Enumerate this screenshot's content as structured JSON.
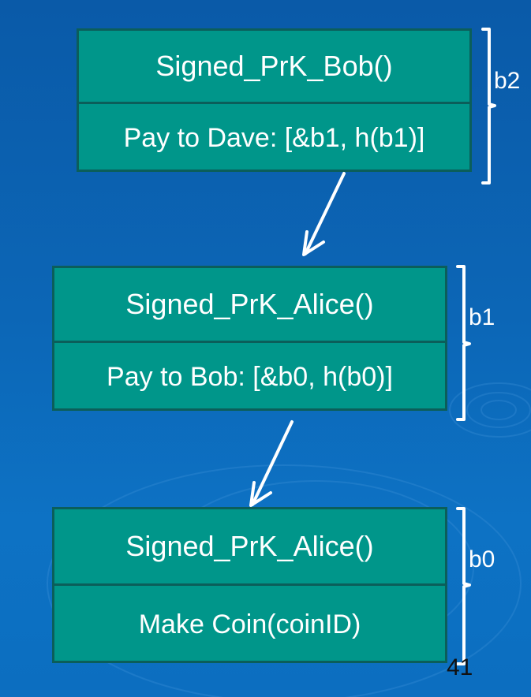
{
  "blocks": [
    {
      "header": "Signed_PrK_Bob()",
      "body": "Pay to Dave: [&b1, h(b1)]",
      "label": "b2"
    },
    {
      "header": "Signed_PrK_Alice()",
      "body": "Pay to Bob: [&b0, h(b0)]",
      "label": "b1"
    },
    {
      "header": "Signed_PrK_Alice()",
      "body": "Make Coin(coinID)",
      "label": "b0"
    }
  ],
  "page_number": "41",
  "colors": {
    "block_fill": "#00968a",
    "block_border": "#0b5e5a",
    "background": "#0c66b6",
    "text": "#ffffff"
  }
}
